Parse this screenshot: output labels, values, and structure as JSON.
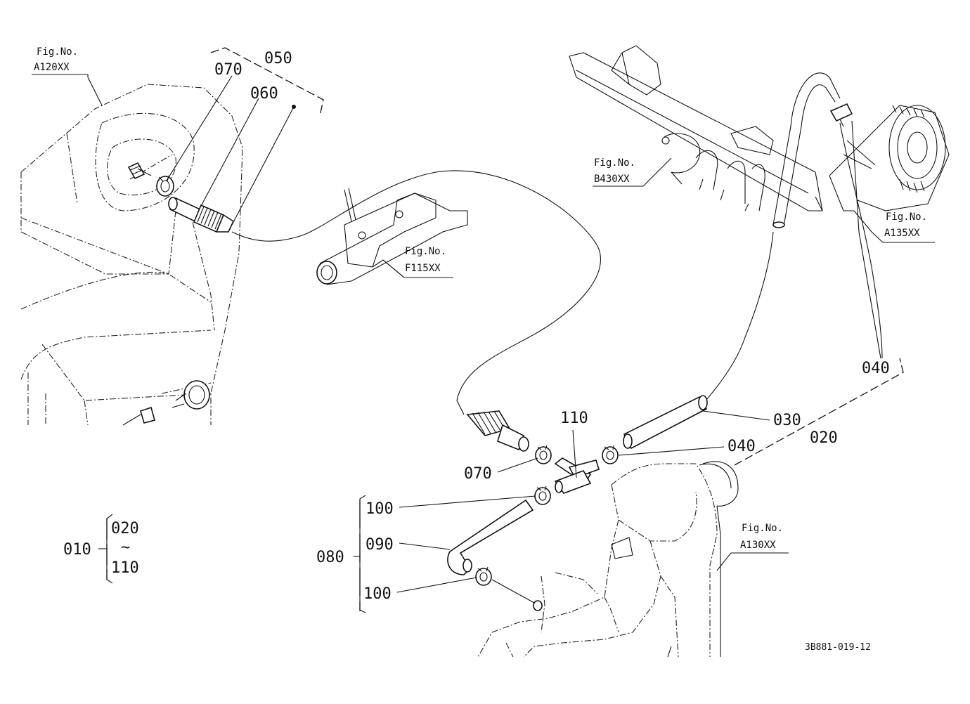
{
  "callouts": [
    {
      "id": "p050",
      "text": "050"
    },
    {
      "id": "p070a",
      "text": "070"
    },
    {
      "id": "p060",
      "text": "060"
    },
    {
      "id": "p040a",
      "text": "040"
    },
    {
      "id": "p110",
      "text": "110"
    },
    {
      "id": "p030",
      "text": "030"
    },
    {
      "id": "p020",
      "text": "020"
    },
    {
      "id": "p040b",
      "text": "040"
    },
    {
      "id": "p070b",
      "text": "070"
    },
    {
      "id": "p100a",
      "text": "100"
    },
    {
      "id": "p090",
      "text": "090"
    },
    {
      "id": "p080",
      "text": "080"
    },
    {
      "id": "p100b",
      "text": "100"
    }
  ],
  "assembly_group": {
    "parent": "010",
    "from": "020",
    "range_symbol": "~",
    "to": "110"
  },
  "figure_refs": [
    {
      "id": "a120",
      "title": "Fig.No.",
      "code": "A120XX"
    },
    {
      "id": "f115",
      "title": "Fig.No.",
      "code": "F115XX"
    },
    {
      "id": "b430",
      "title": "Fig.No.",
      "code": "B430XX"
    },
    {
      "id": "a135",
      "title": "Fig.No.",
      "code": "A135XX"
    },
    {
      "id": "a130",
      "title": "Fig.No.",
      "code": "A130XX"
    }
  ],
  "drawing_code": "3B881-019-12"
}
